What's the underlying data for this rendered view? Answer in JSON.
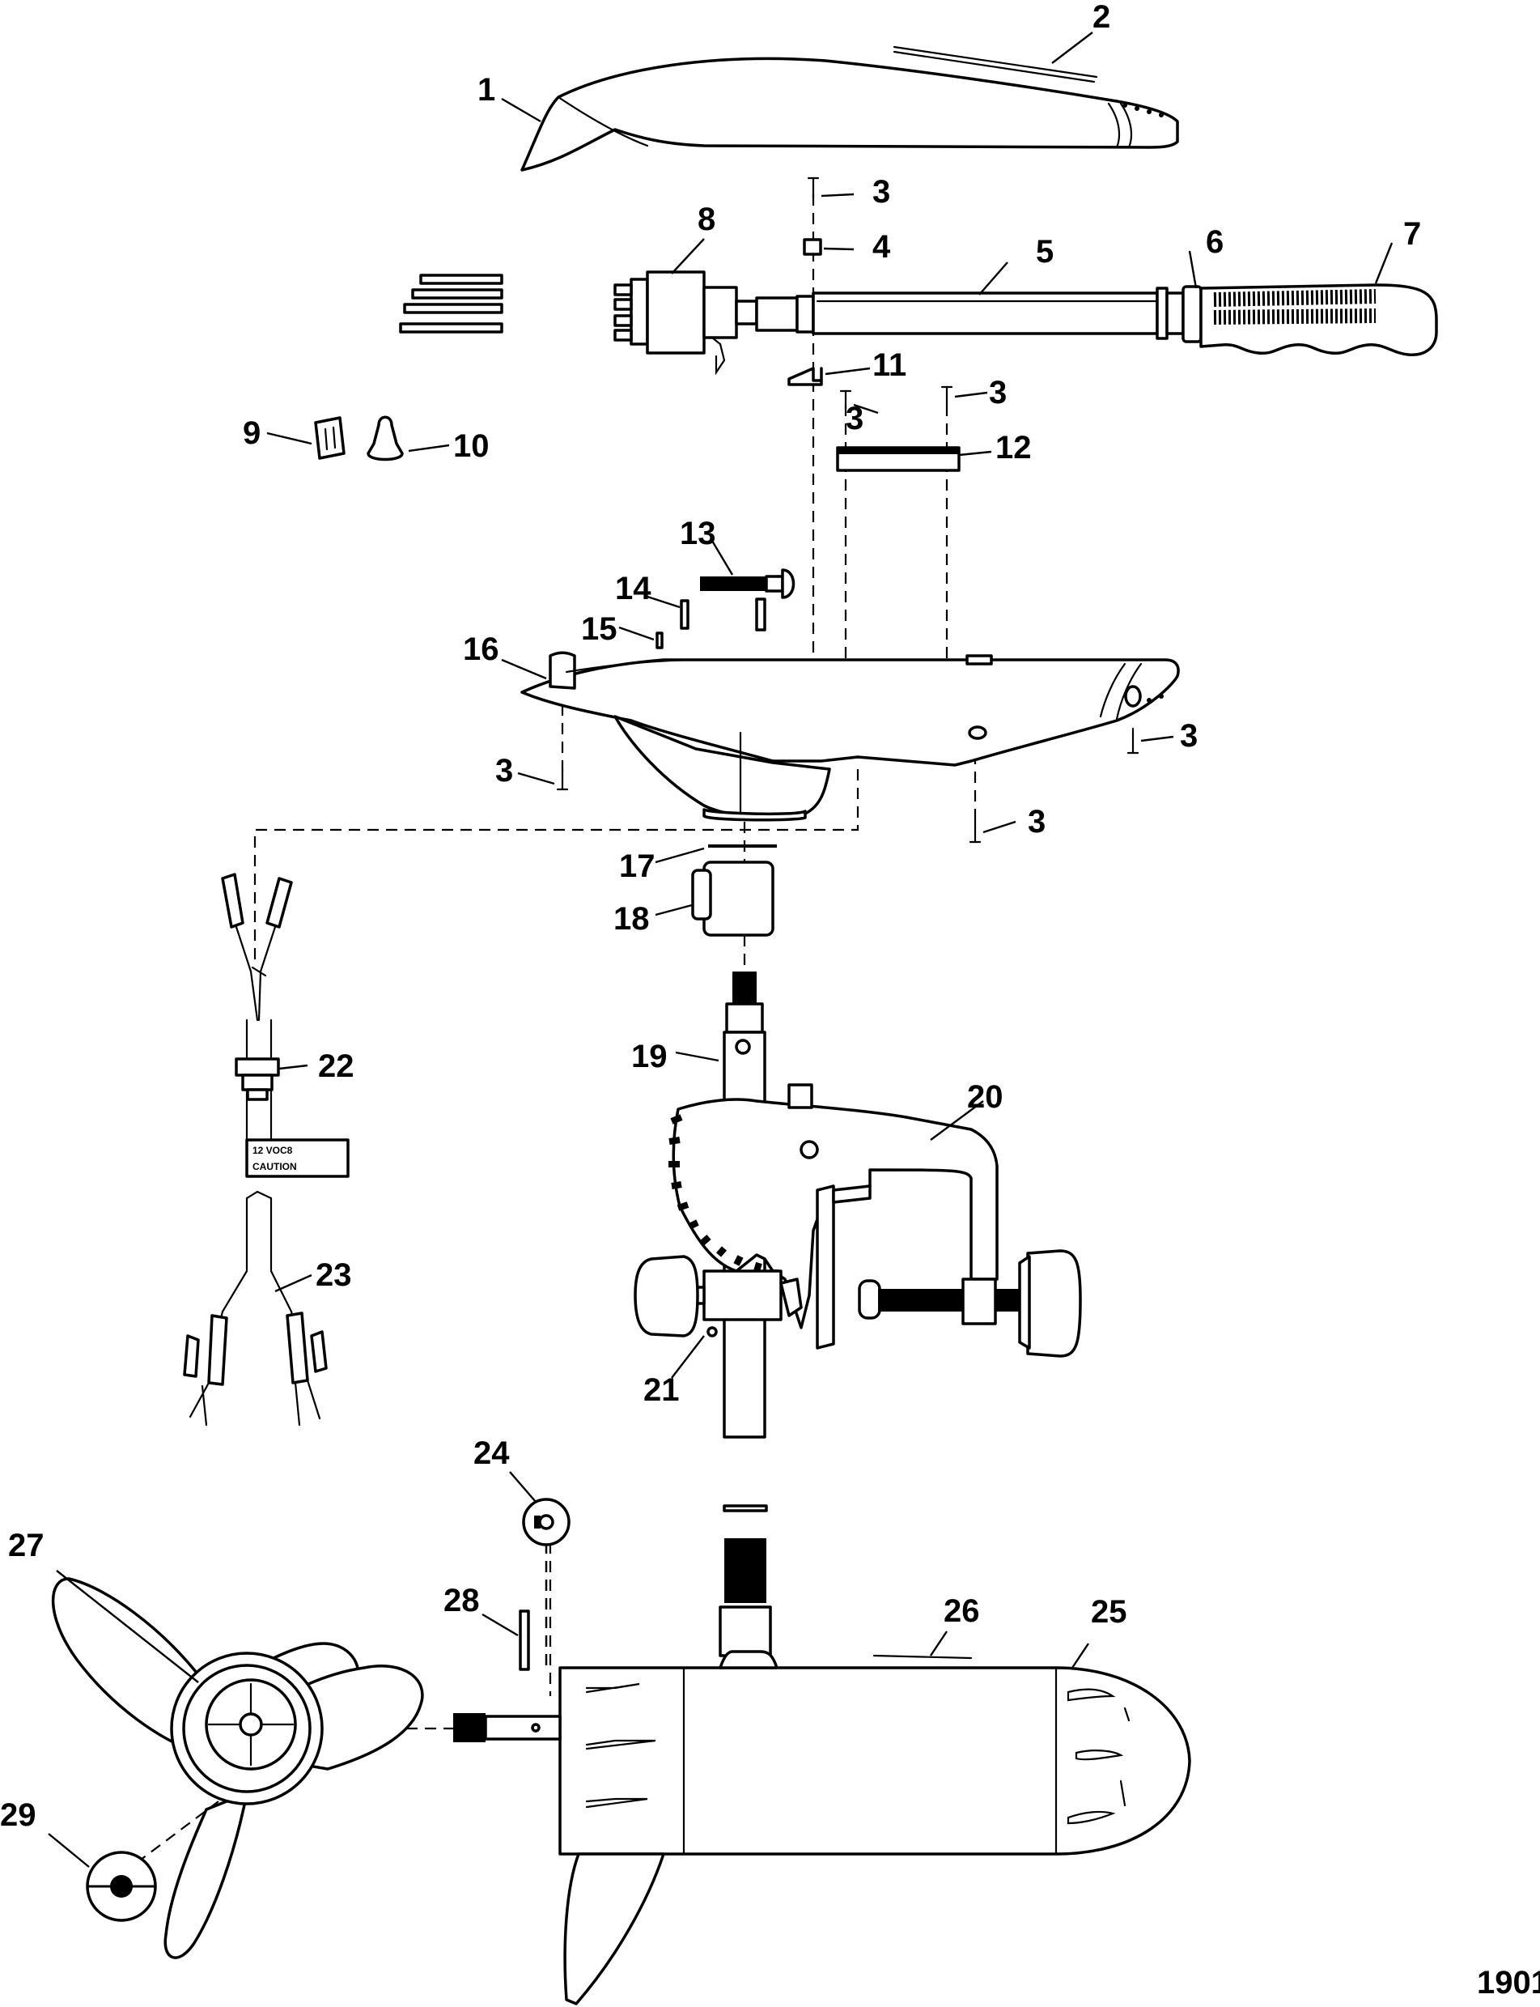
{
  "figure_number": "1901",
  "decal_text": {
    "line1": "12 VOC8",
    "line2": "CAUTION"
  },
  "callouts": [
    "1",
    "2",
    "3",
    "4",
    "5",
    "6",
    "7",
    "8",
    "9",
    "10",
    "11",
    "12",
    "13",
    "14",
    "15",
    "16",
    "17",
    "18",
    "19",
    "20",
    "21",
    "22",
    "23",
    "24",
    "25",
    "26",
    "27",
    "28",
    "29"
  ],
  "callout_repeats": [
    "3",
    "3",
    "3",
    "3",
    "3",
    "3"
  ]
}
